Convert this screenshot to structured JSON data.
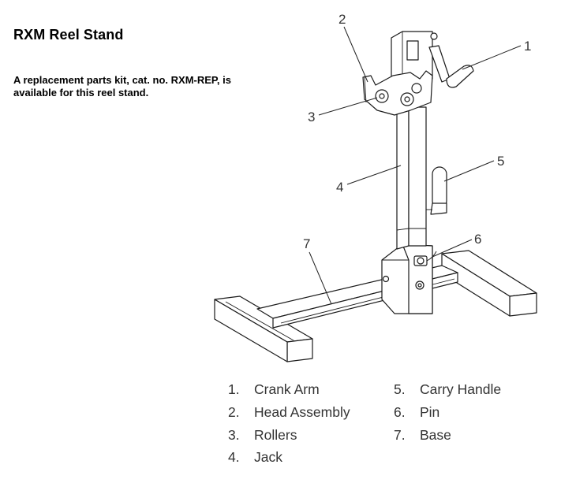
{
  "title": "RXM Reel Stand",
  "note": "A replacement parts kit, cat. no. RXM-REP, is available for this reel stand.",
  "callouts": [
    "1",
    "2",
    "3",
    "4",
    "5",
    "6",
    "7"
  ],
  "legend": [
    {
      "num": "1.",
      "label": "Crank Arm"
    },
    {
      "num": "2.",
      "label": "Head Assembly"
    },
    {
      "num": "3.",
      "label": "Rollers"
    },
    {
      "num": "4.",
      "label": "Jack"
    },
    {
      "num": "5.",
      "label": "Carry Handle"
    },
    {
      "num": "6.",
      "label": "Pin"
    },
    {
      "num": "7.",
      "label": "Base"
    }
  ]
}
